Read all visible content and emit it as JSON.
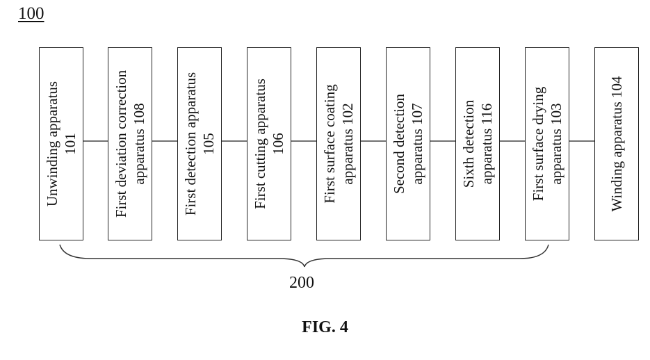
{
  "figure": {
    "reference": "100",
    "group_reference": "200",
    "caption": "FIG. 4",
    "boxes": [
      {
        "line1": "Unwinding apparatus",
        "line2": "101"
      },
      {
        "line1": "First deviation correction",
        "line2": "apparatus 108"
      },
      {
        "line1": "First detection apparatus",
        "line2": "105"
      },
      {
        "line1": "First cutting apparatus",
        "line2": "106"
      },
      {
        "line1": "First surface coating",
        "line2": "apparatus 102"
      },
      {
        "line1": "Second detection",
        "line2": "apparatus 107"
      },
      {
        "line1": "Sixth detection",
        "line2": "apparatus 116"
      },
      {
        "line1": "First surface drying",
        "line2": "apparatus 103"
      },
      {
        "line1": "Winding apparatus 104",
        "line2": ""
      }
    ]
  }
}
